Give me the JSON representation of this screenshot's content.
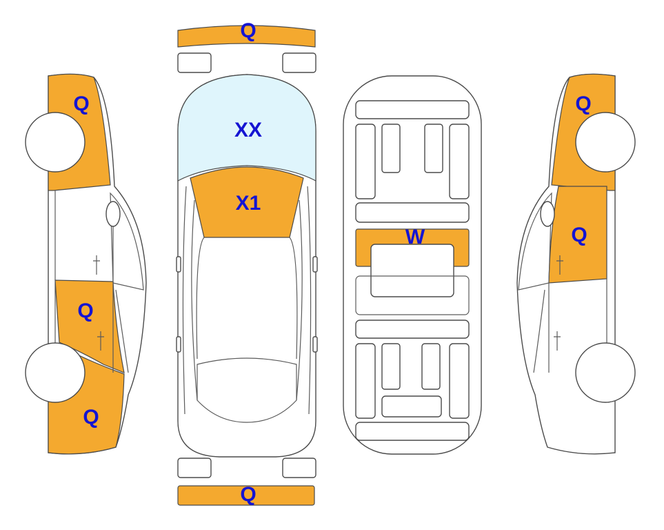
{
  "colors": {
    "damage": "#f4a92f",
    "glass": "#dff5fc",
    "outline": "#4a4a4a",
    "label": "#1414d2"
  },
  "labels": {
    "front_bumper": "Q",
    "rear_bumper": "Q",
    "windshield": "XX",
    "hood": "X1",
    "roof": "W",
    "left_front_fender": "Q",
    "left_rear_door": "Q",
    "left_rear_quarter": "Q",
    "right_front_fender": "Q",
    "right_front_door": "Q"
  }
}
